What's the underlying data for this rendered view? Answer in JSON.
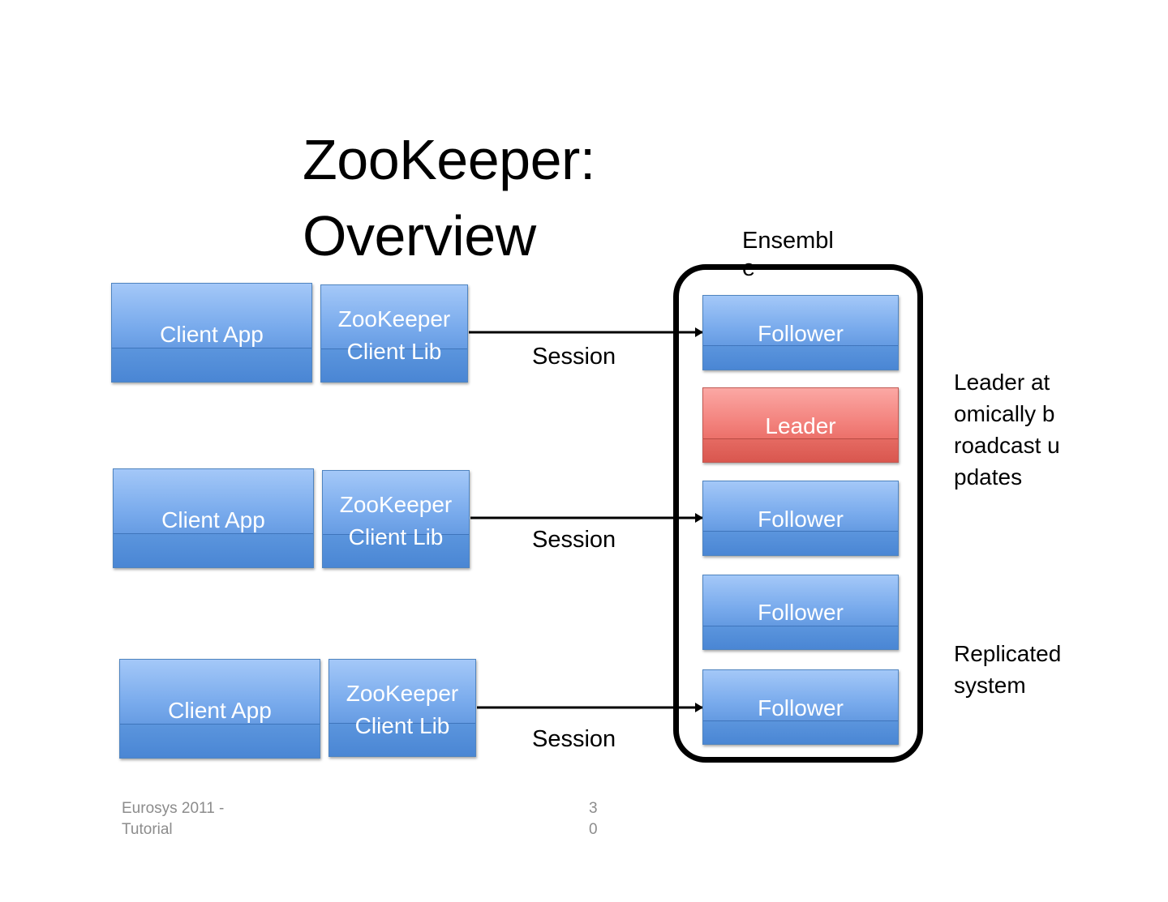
{
  "slide": {
    "title": "ZooKeeper: Overview",
    "ensemble_label": "Ensemble",
    "client_app_label": "Client App",
    "client_lib_label": "ZooKeeper Client Lib",
    "session_label": "Session",
    "follower_label": "Follower",
    "leader_label": "Leader",
    "note_broadcast": "Leader atomically broadcast updates",
    "note_replicated": "Replicated system",
    "footer_left": "Eurosys 2011 - Tutorial",
    "page_number": "30"
  },
  "colors": {
    "server_blue": "#5a92dc",
    "leader_red": "#e8675f"
  }
}
